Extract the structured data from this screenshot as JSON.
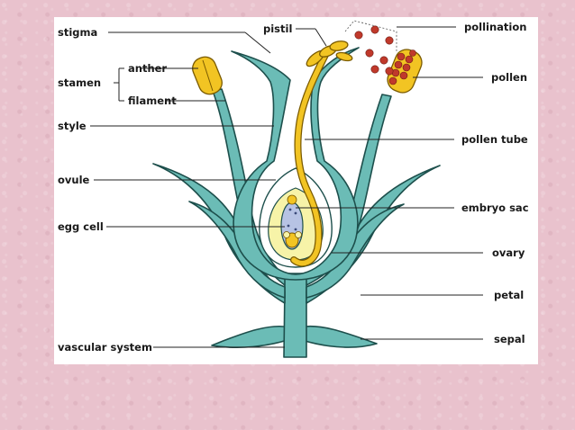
{
  "diagram": {
    "labels": {
      "stigma": "stigma",
      "pistil": "pistil",
      "pollination": "pollination",
      "anther": "anther",
      "pollen": "pollen",
      "stamen": "stamen",
      "filament": "filament",
      "style": "style",
      "pollen_tube": "pollen tube",
      "ovule": "ovule",
      "embryo_sac": "embryo sac",
      "egg_cell": "egg cell",
      "ovary": "ovary",
      "petal": "petal",
      "vascular_system": "vascular system",
      "sepal": "sepal"
    },
    "colors": {
      "tissue": "#6bbcb6",
      "tissue_outline": "#1d4f4c",
      "pollen_yellow": "#f2c423",
      "yellow_outline": "#7a5a00",
      "ovule_pale": "#f7f3a8",
      "embryo_sac": "#b7c3e4",
      "pollen_grain": "#c0392b"
    }
  }
}
